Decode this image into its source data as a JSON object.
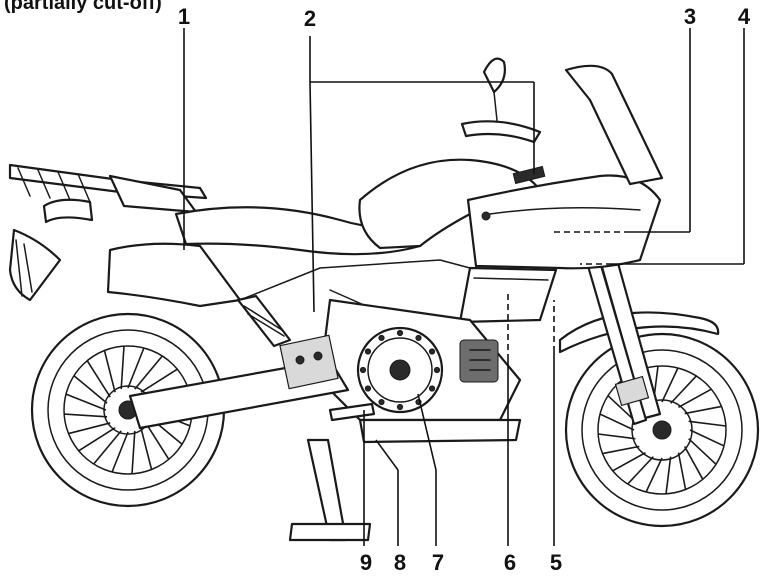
{
  "header_text": "(partially cut-off)",
  "callouts": [
    {
      "id": "1",
      "label": "1"
    },
    {
      "id": "2",
      "label": "2"
    },
    {
      "id": "3",
      "label": "3"
    },
    {
      "id": "4",
      "label": "4"
    },
    {
      "id": "5",
      "label": "5"
    },
    {
      "id": "6",
      "label": "6"
    },
    {
      "id": "7",
      "label": "7"
    },
    {
      "id": "8",
      "label": "8"
    },
    {
      "id": "9",
      "label": "9"
    }
  ]
}
